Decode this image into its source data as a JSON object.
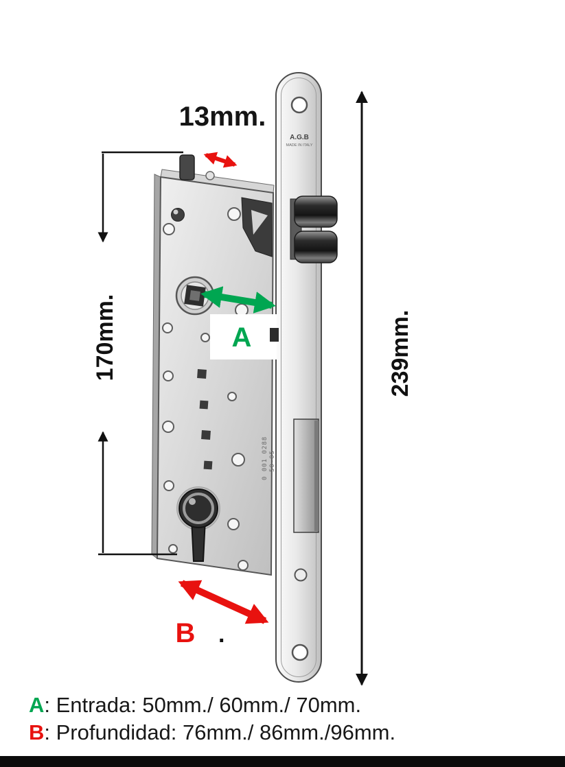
{
  "labels": {
    "width": "13mm.",
    "body_height": "170mm.",
    "plate_height": "239mm.",
    "arrow_a": "A",
    "arrow_b": "B",
    "stray_dot": "."
  },
  "faceplate": {
    "brand": "A.G.B",
    "brand_note": "MADE IN ITALY"
  },
  "body": {
    "serial_line1": "0 001 0288",
    "serial_line2": "50-05"
  },
  "legend": {
    "a_key": "A",
    "a_text": ": Entrada: 50mm./ 60mm./ 70mm.",
    "b_key": "B",
    "b_text": ": Profundidad: 76mm./ 86mm./96mm."
  },
  "colors": {
    "accent_green": "#00A651",
    "accent_red": "#E8120F",
    "ink": "#111111"
  }
}
